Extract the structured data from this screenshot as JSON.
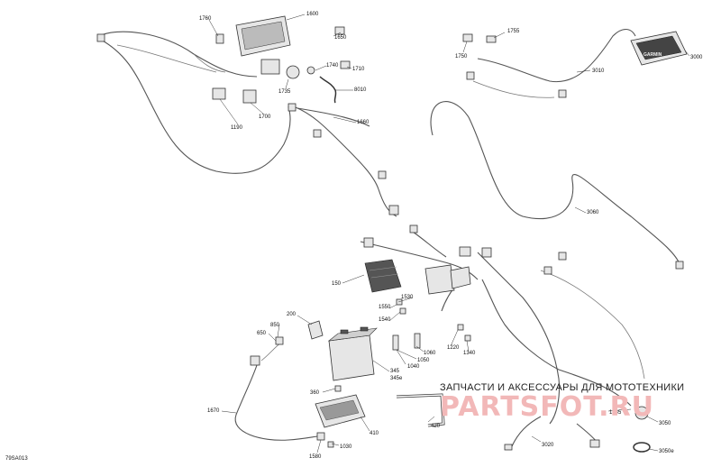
{
  "diagram_code": "79SA013",
  "labels": {
    "l1760": "1760",
    "l1600": "1600",
    "l1650": "1650",
    "l1755": "1755",
    "l1750": "1750",
    "l3010": "3010",
    "l3000": "3000",
    "l1740": "1740",
    "l1710": "1710",
    "l1735": "1735",
    "l8010": "8010",
    "l1190": "1190",
    "l1700": "1700",
    "l1660": "1660",
    "l3060": "3060",
    "l150": "150",
    "l1530": "1530",
    "l1550": "1550",
    "l1540": "1540",
    "l200": "200",
    "l850": "850",
    "l650": "650",
    "l1220": "1220",
    "l1340": "1340",
    "l1060": "1060",
    "l1050": "1050",
    "l1040": "1040",
    "l345": "345",
    "l345e": "345e",
    "l360": "360",
    "l1670": "1670",
    "l410": "410",
    "l420": "420",
    "l1045": "1045",
    "l3050": "3050",
    "l3020": "3020",
    "l1030": "1030",
    "l1580": "1580",
    "l3050e": "3050e"
  },
  "watermark": {
    "tagline": "ЗАПЧАСТИ И АКСЕССУАРЫ ДЛЯ МОТОТЕХНИКИ",
    "brand": "PARTSFOT.RU"
  },
  "device_brand": "GARMIN"
}
